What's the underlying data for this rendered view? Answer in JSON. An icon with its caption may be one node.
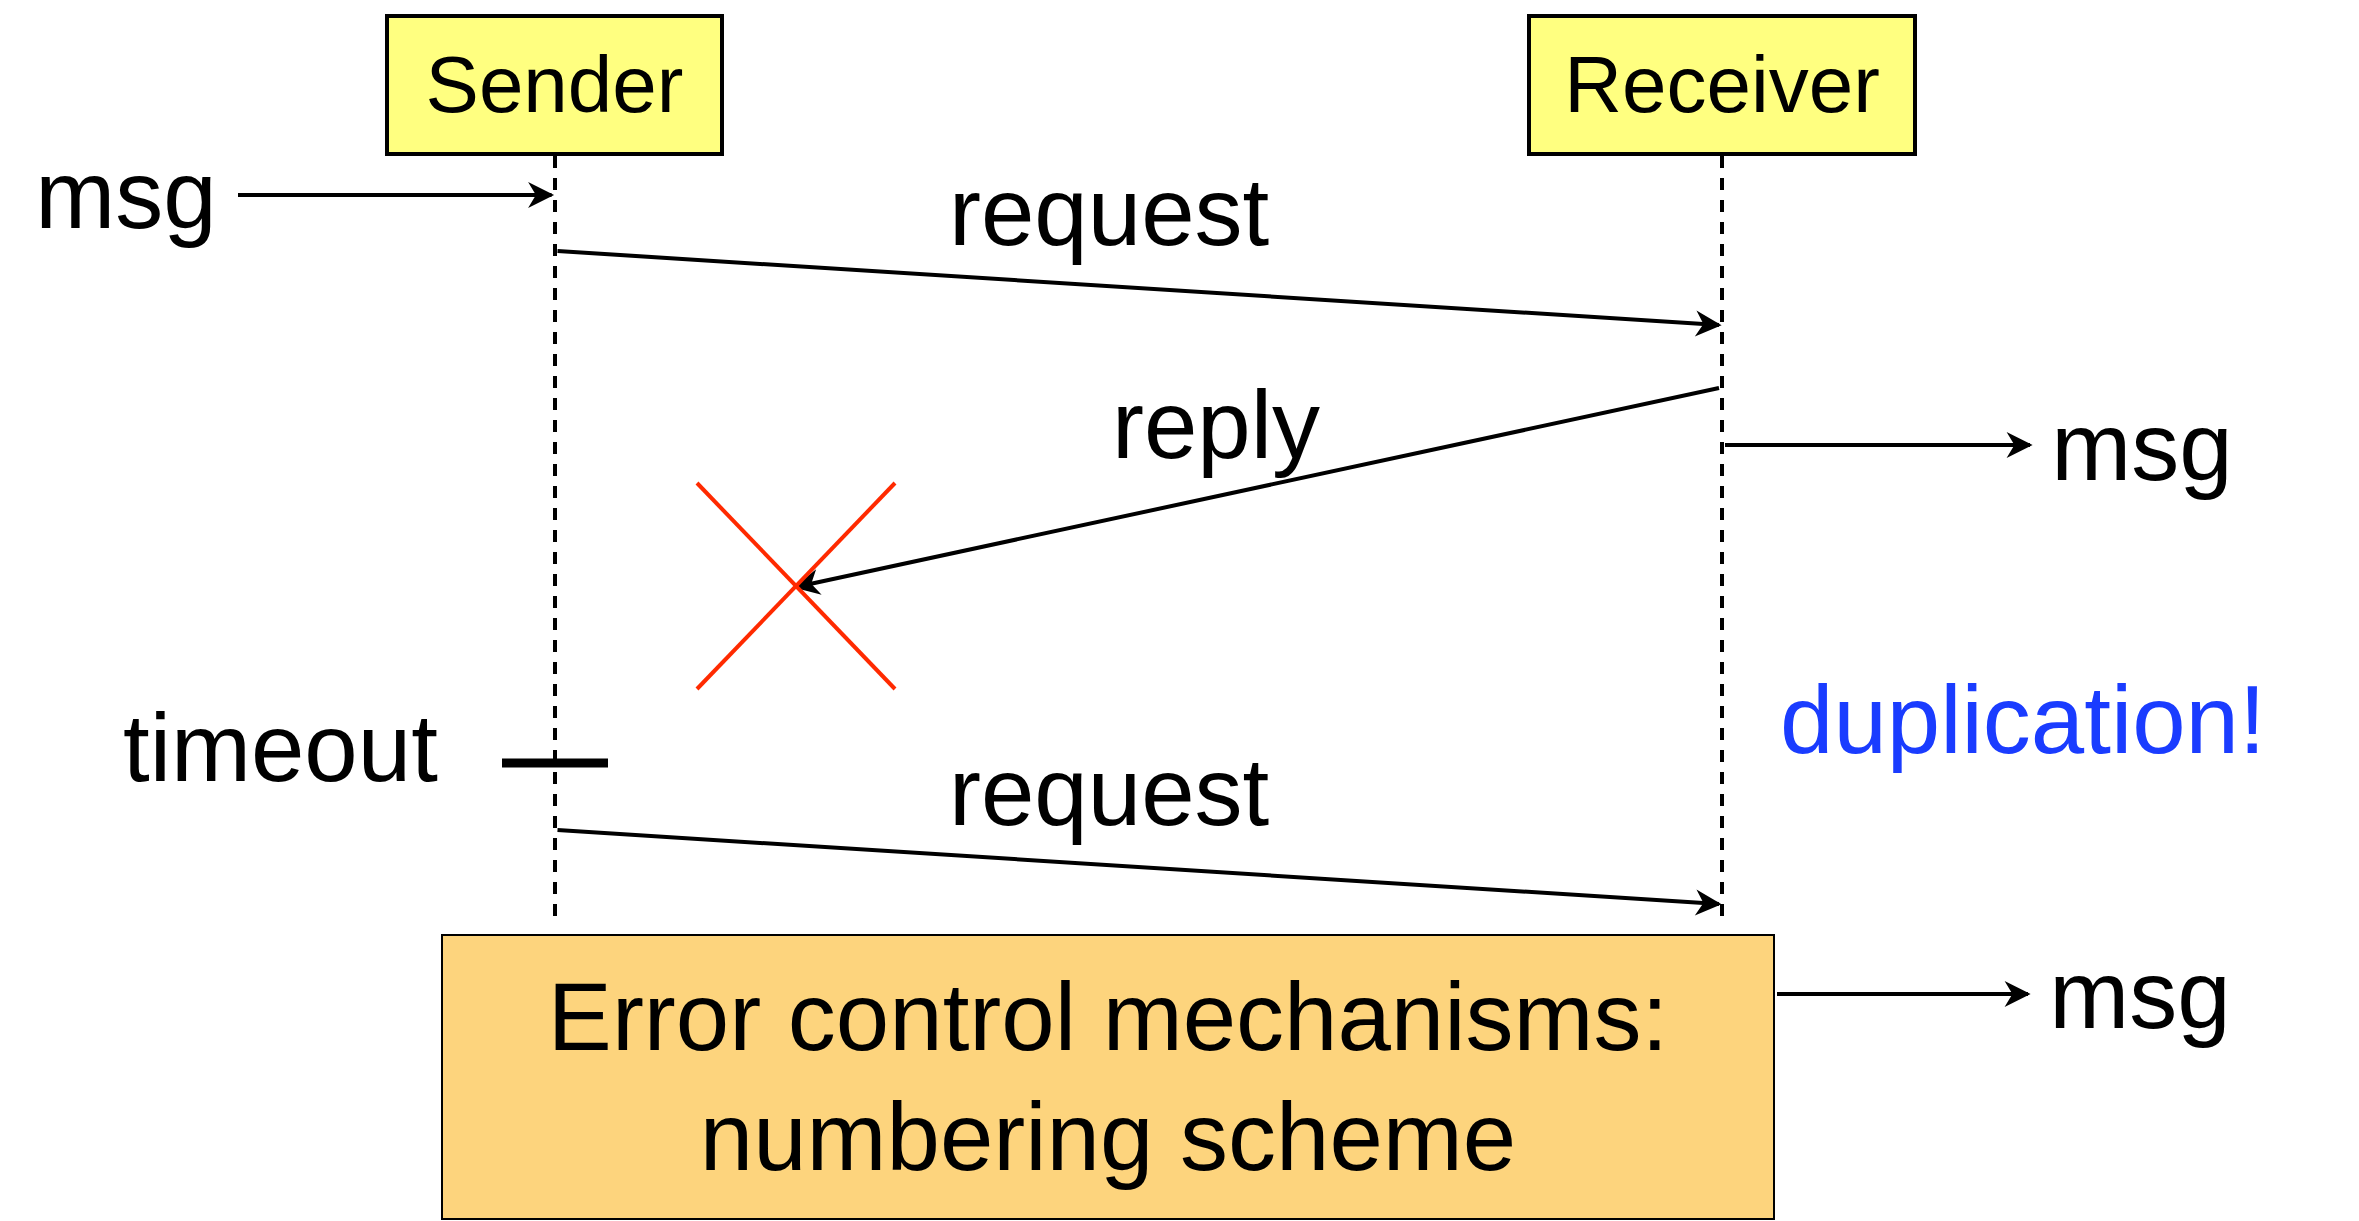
{
  "diagram": {
    "nodes": [
      {
        "text": [
          "Sender"
        ]
      },
      {
        "text": [
          "Receiver"
        ]
      },
      {
        "text": [
          "msg"
        ]
      },
      {
        "text": [
          "msg"
        ]
      },
      {
        "text": [],
        "shape": "cross"
      },
      {
        "text": [
          "msg"
        ]
      },
      {
        "text": [
          "Error control mechanisms: numbering scheme"
        ]
      }
    ],
    "edges": [
      {
        "from": 2,
        "to": 0,
        "arrow": "to"
      },
      {
        "from": 0,
        "to": 1,
        "arrow": "to",
        "label": "request"
      },
      {
        "from": 1,
        "to": 3,
        "arrow": "to"
      },
      {
        "from": 1,
        "to": 4,
        "arrow": "to",
        "label": "reply"
      },
      {
        "from": 0,
        "to": 1,
        "arrow": "to",
        "label": "request"
      },
      {
        "from": 6,
        "to": 5,
        "arrow": "to"
      }
    ],
    "labels": [
      "timeout",
      "duplication!"
    ]
  }
}
